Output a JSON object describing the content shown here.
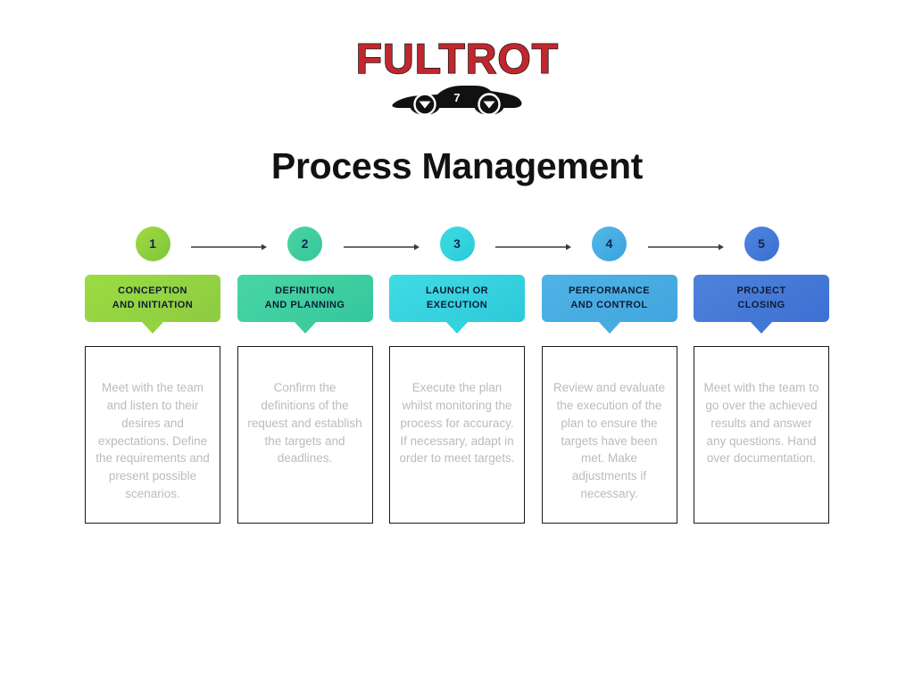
{
  "logo": {
    "wordmark": "FULTROT",
    "car_number": "7",
    "icon": "race-car-icon",
    "wordmark_color": "#c1272d",
    "car_color": "#111111"
  },
  "title": "Process Management",
  "arrow_color": "#3a3a3a",
  "steps": [
    {
      "number": "1",
      "label": "CONCEPTION\nAND INITIATION",
      "description": "Meet with the team and listen to their desires and expectations. Define the requirements and present possible scenarios.",
      "circle_from": "#a3d93f",
      "circle_to": "#7cc63e",
      "banner_from": "#9bdc42",
      "banner_to": "#8ecb41",
      "pointer": "#93d241"
    },
    {
      "number": "2",
      "label": "DEFINITION\nAND PLANNING",
      "description": "Confirm the definitions of the request and establish the targets and deadlines.",
      "circle_from": "#4ad3a2",
      "circle_to": "#35c79a",
      "banner_from": "#49d6a4",
      "banner_to": "#34c79c",
      "pointer": "#3ecc9f"
    },
    {
      "number": "3",
      "label": "LAUNCH OR\nEXECUTION",
      "description": "Execute the plan whilst monitoring the process for accuracy. If necessary, adapt in order to meet targets.",
      "circle_from": "#3ddde4",
      "circle_to": "#2bc9d8",
      "banner_from": "#3fdce5",
      "banner_to": "#2ec9da",
      "pointer": "#35d3de"
    },
    {
      "number": "4",
      "label": "PERFORMANCE\nAND CONTROL",
      "description": "Review and evaluate the execution of the plan to ensure the targets have been met. Make adjustments if necessary.",
      "circle_from": "#53b7e8",
      "circle_to": "#3ba2de",
      "banner_from": "#4fb3e6",
      "banner_to": "#41a6de",
      "pointer": "#48ade2"
    },
    {
      "number": "5",
      "label": "PROJECT\nCLOSING",
      "description": "Meet with the team to go over the achieved results and answer any questions. Hand over documentation.",
      "circle_from": "#5086dd",
      "circle_to": "#3a6fd2",
      "banner_from": "#4e83db",
      "banner_to": "#3d70d2",
      "pointer": "#4379d6"
    }
  ]
}
